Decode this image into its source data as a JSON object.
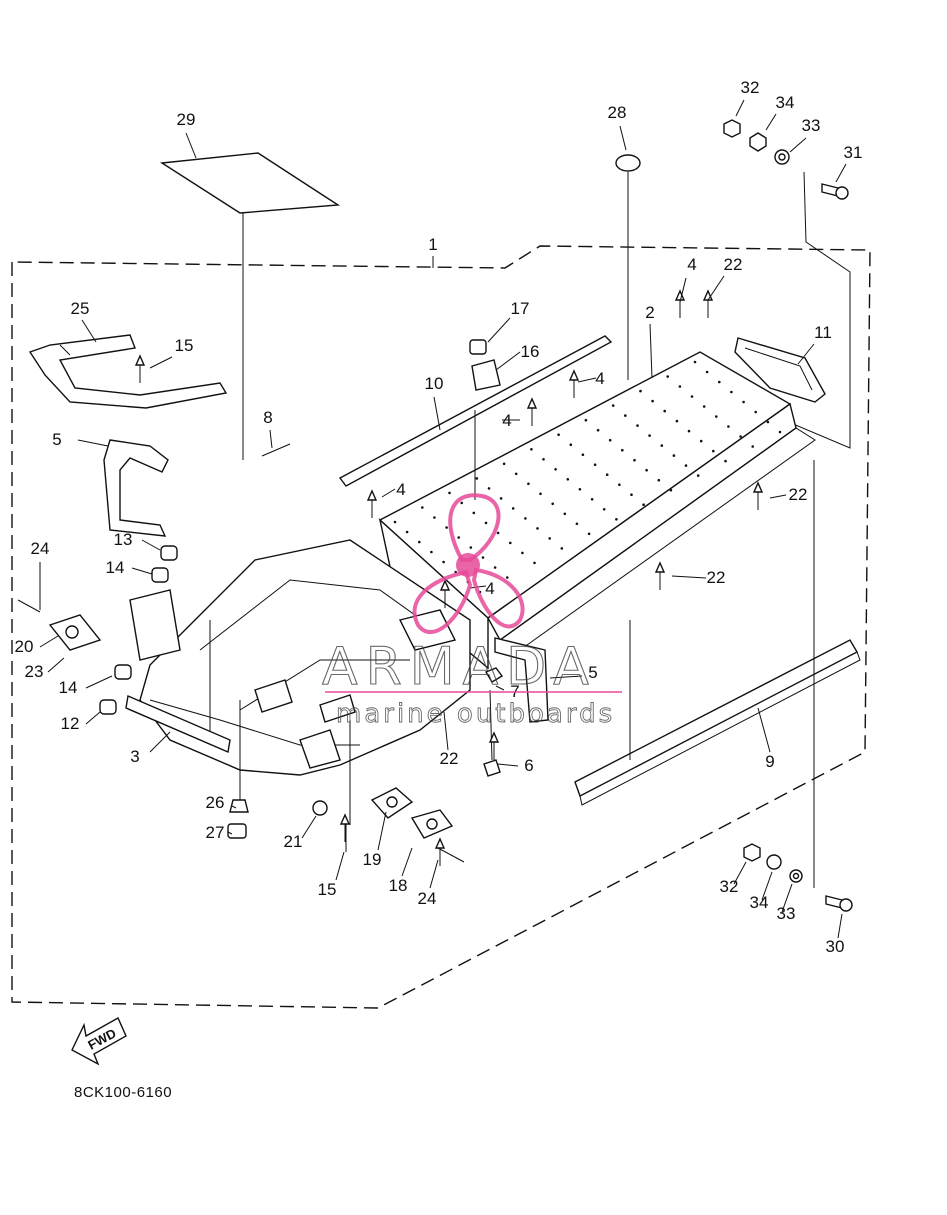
{
  "diagram": {
    "callouts": [
      {
        "id": "c1",
        "text": "1"
      },
      {
        "id": "c2",
        "text": "2"
      },
      {
        "id": "c3",
        "text": "3"
      },
      {
        "id": "c4a",
        "text": "4"
      },
      {
        "id": "c4b",
        "text": "4"
      },
      {
        "id": "c4c",
        "text": "4"
      },
      {
        "id": "c4d",
        "text": "4"
      },
      {
        "id": "c4e",
        "text": "4"
      },
      {
        "id": "c5a",
        "text": "5"
      },
      {
        "id": "c5b",
        "text": "5"
      },
      {
        "id": "c6",
        "text": "6"
      },
      {
        "id": "c7",
        "text": "7"
      },
      {
        "id": "c8",
        "text": "8"
      },
      {
        "id": "c9",
        "text": "9"
      },
      {
        "id": "c10",
        "text": "10"
      },
      {
        "id": "c11",
        "text": "11"
      },
      {
        "id": "c12",
        "text": "12"
      },
      {
        "id": "c13",
        "text": "13"
      },
      {
        "id": "c14a",
        "text": "14"
      },
      {
        "id": "c14b",
        "text": "14"
      },
      {
        "id": "c15a",
        "text": "15"
      },
      {
        "id": "c15b",
        "text": "15"
      },
      {
        "id": "c16",
        "text": "16"
      },
      {
        "id": "c17",
        "text": "17"
      },
      {
        "id": "c18",
        "text": "18"
      },
      {
        "id": "c19",
        "text": "19"
      },
      {
        "id": "c20",
        "text": "20"
      },
      {
        "id": "c21",
        "text": "21"
      },
      {
        "id": "c22a",
        "text": "22"
      },
      {
        "id": "c22b",
        "text": "22"
      },
      {
        "id": "c22c",
        "text": "22"
      },
      {
        "id": "c22d",
        "text": "22"
      },
      {
        "id": "c23",
        "text": "23"
      },
      {
        "id": "c24a",
        "text": "24"
      },
      {
        "id": "c24b",
        "text": "24"
      },
      {
        "id": "c25",
        "text": "25"
      },
      {
        "id": "c26",
        "text": "26"
      },
      {
        "id": "c27",
        "text": "27"
      },
      {
        "id": "c28",
        "text": "28"
      },
      {
        "id": "c29",
        "text": "29"
      },
      {
        "id": "c30",
        "text": "30"
      },
      {
        "id": "c31",
        "text": "31"
      },
      {
        "id": "c32a",
        "text": "32"
      },
      {
        "id": "c32b",
        "text": "32"
      },
      {
        "id": "c33a",
        "text": "33"
      },
      {
        "id": "c33b",
        "text": "33"
      },
      {
        "id": "c34a",
        "text": "34"
      },
      {
        "id": "c34b",
        "text": "34"
      }
    ],
    "direction_label": "FWD",
    "diagram_code": "8CK100-6160"
  },
  "watermark": {
    "brand": "ARMADA",
    "tagline": "marine outboards",
    "accent_color": "#e64a98"
  }
}
